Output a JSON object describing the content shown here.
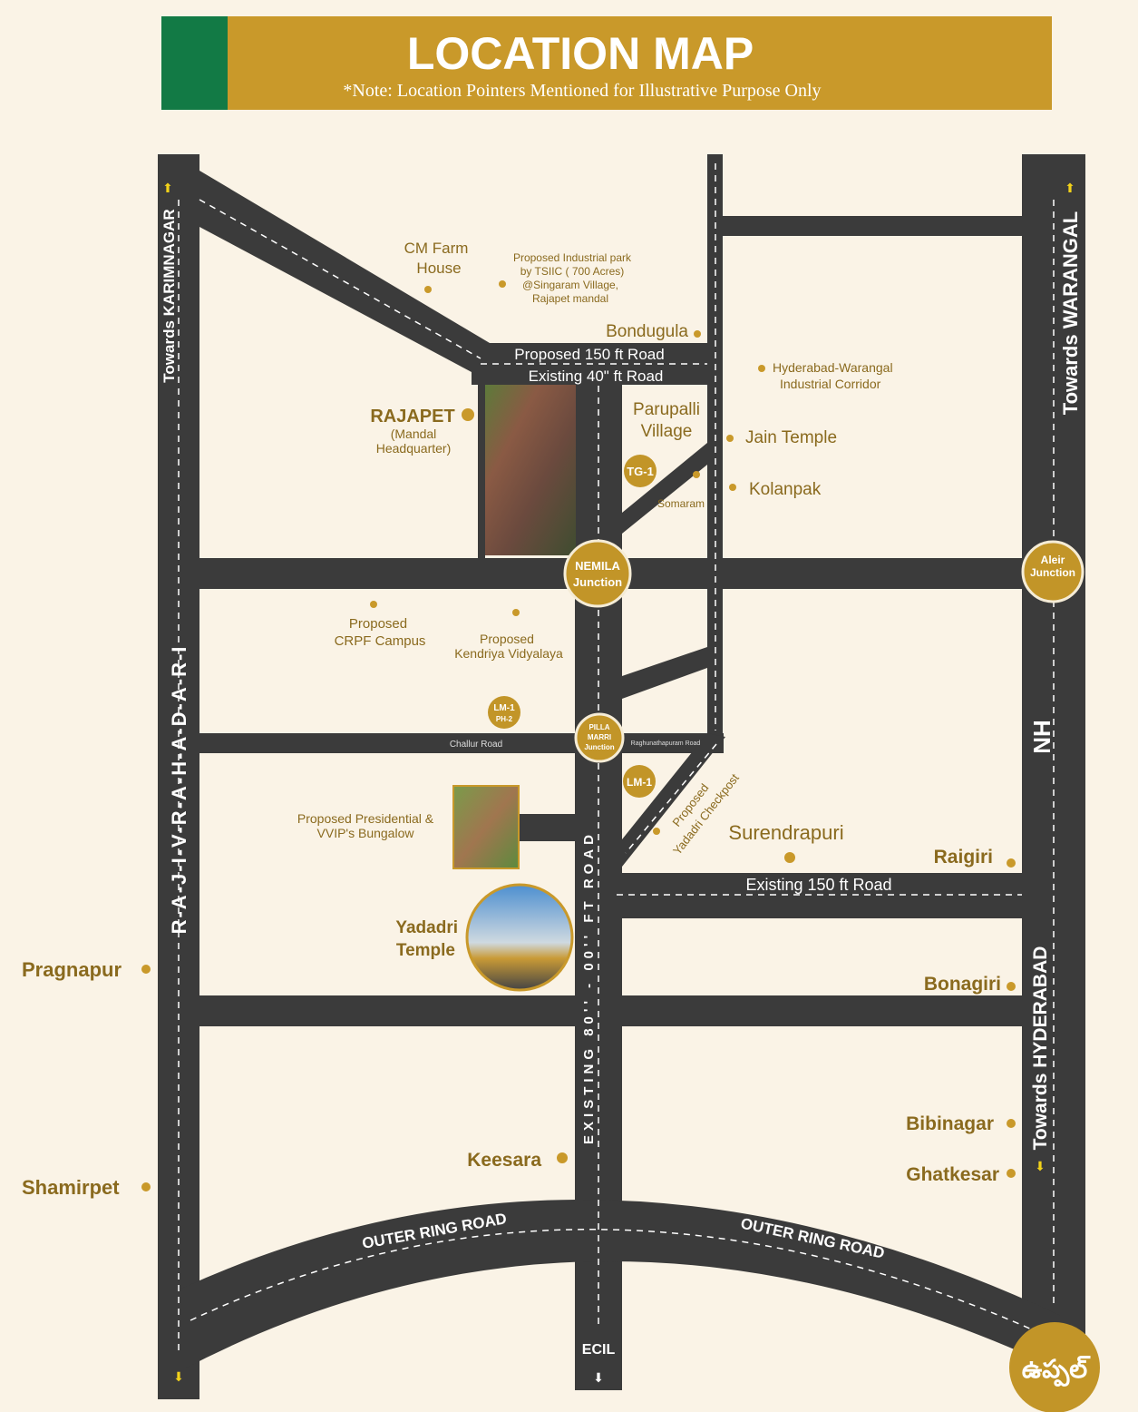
{
  "header": {
    "title": "LOCATION MAP",
    "note": "*Note: Location Pointers Mentioned for Illustrative Purpose Only",
    "colors": {
      "green": "#127a45",
      "gold": "#c9992a"
    }
  },
  "roads": {
    "towards_karimnagar": "Towards KARIMNAGAR",
    "rajiv_rahadari": "R-A-J-I-V-R-A-H-A-D-A-R-I",
    "towards_warangal": "Towards WARANGAL",
    "nh": "NH",
    "towards_hyderabad": "Towards HYDERABAD",
    "existing_80ft": "EXISTING 80'' - 00'' FT ROAD",
    "proposed_150": "Proposed 150 ft Road",
    "existing_40": "Existing 40\" ft Road",
    "challur": "Challur Road",
    "raghunathapuram": "Raghunathapuram Road",
    "existing_150": "Existing 150 ft Road",
    "outer_ring_left": "OUTER RING ROAD",
    "outer_ring_right": "OUTER RING ROAD",
    "ecil": "ECIL",
    "checkpost_1": "Proposed",
    "checkpost_2": "Yadadri Checkpost"
  },
  "junctions": {
    "nemila_1": "NEMILA",
    "nemila_2": "Junction",
    "aleir_1": "Aleir",
    "aleir_2": "Junction",
    "pilla_1": "PILLA",
    "pilla_2": "MARRI",
    "pilla_3": "Junction",
    "uppal": "ఉప్పల్",
    "tg1": "TG-1",
    "lm1ph2_1": "LM-1",
    "lm1ph2_2": "PH-2",
    "lm1": "LM-1"
  },
  "places": {
    "cm_farm_1": "CM Farm",
    "cm_farm_2": "House",
    "industrial_1": "Proposed Industrial park",
    "industrial_2": "by TSIIC ( 700 Acres)",
    "industrial_3": "@Singaram Village,",
    "industrial_4": "Rajapet mandal",
    "bondugula": "Bondugula",
    "hw_corridor_1": "Hyderabad-Warangal",
    "hw_corridor_2": "Industrial Corridor",
    "rajapet": "RAJAPET",
    "rajapet_sub_1": "(Mandal",
    "rajapet_sub_2": "Headquarter)",
    "parupalli_1": "Parupalli",
    "parupalli_2": "Village",
    "jain_temple": "Jain Temple",
    "kolanpak": "Kolanpak",
    "somaram": "Somaram",
    "crpf_1": "Proposed",
    "crpf_2": "CRPF Campus",
    "kv_1": "Proposed",
    "kv_2": "Kendriya Vidyalaya",
    "bungalow_1": "Proposed Presidential &",
    "bungalow_2": "VVIP's Bungalow",
    "surendrapuri": "Surendrapuri",
    "raigiri": "Raigiri",
    "yadadri_1": "Yadadri",
    "yadadri_2": "Temple",
    "pragnapur": "Pragnapur",
    "bonagiri": "Bonagiri",
    "bibinagar": "Bibinagar",
    "keesara": "Keesara",
    "ghatkesar": "Ghatkesar",
    "shamirpet": "Shamirpet"
  }
}
